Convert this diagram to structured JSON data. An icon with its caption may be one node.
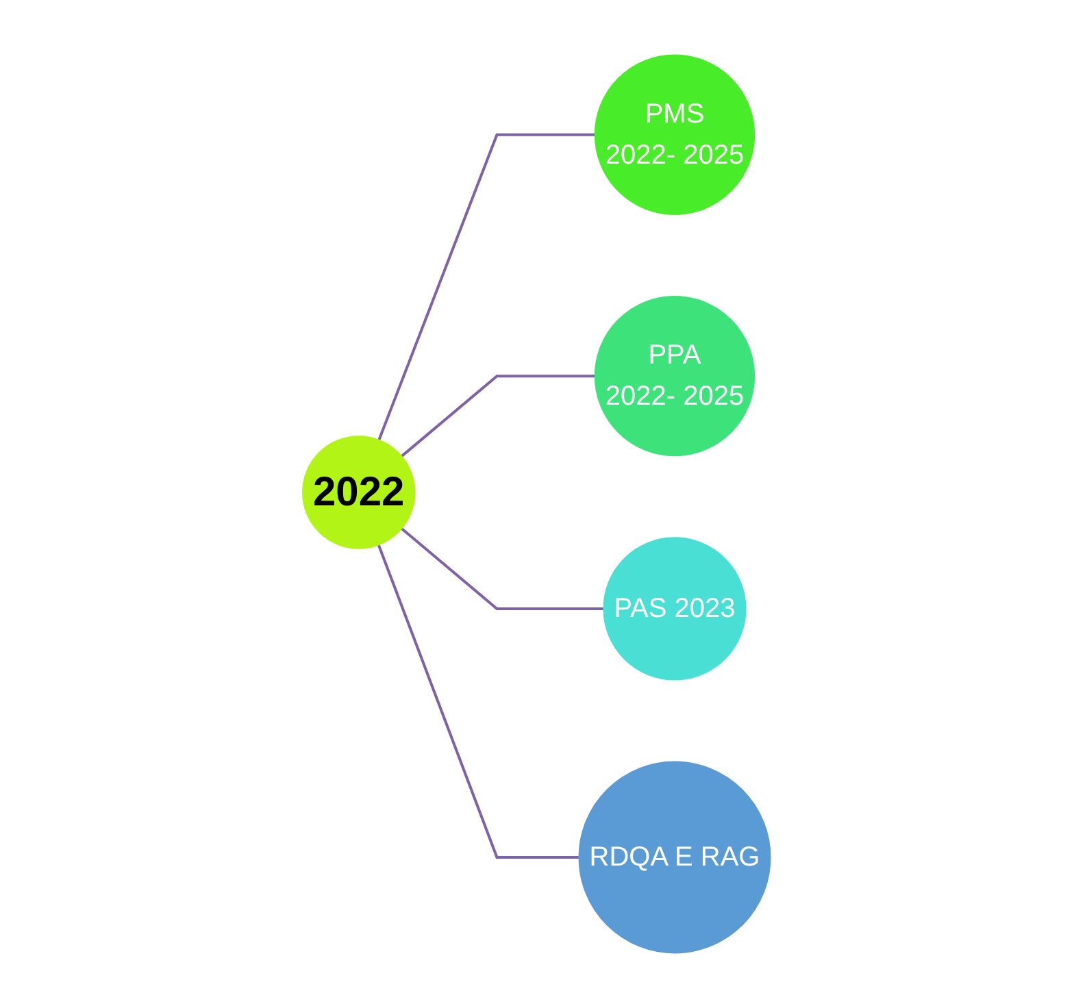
{
  "diagram": {
    "nodes": [
      {
        "text": [
          "2022"
        ]
      },
      {
        "text": [
          "PMS",
          "2022- 2025"
        ]
      },
      {
        "text": [
          "PPA",
          "2022- 2025"
        ]
      },
      {
        "text": [
          "PAS 2023"
        ]
      },
      {
        "text": [
          "RDQA E RAG"
        ]
      }
    ],
    "edges": [
      {
        "from": 0,
        "to": 1,
        "arrow": "none"
      },
      {
        "from": 0,
        "to": 2,
        "arrow": "none"
      },
      {
        "from": 0,
        "to": 3,
        "arrow": "none"
      },
      {
        "from": 0,
        "to": 4,
        "arrow": "none"
      }
    ]
  }
}
